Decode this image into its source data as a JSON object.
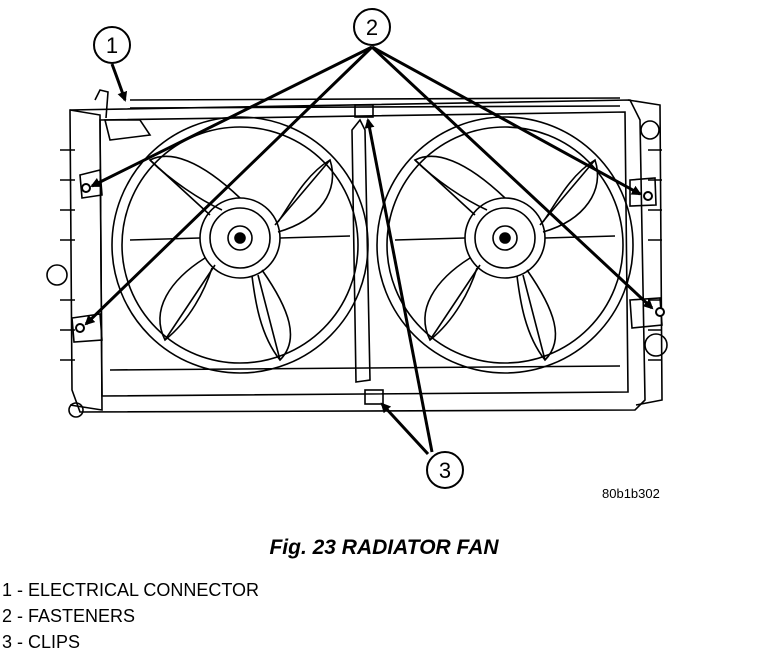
{
  "figure": {
    "callouts": [
      {
        "number": "1"
      },
      {
        "number": "2"
      },
      {
        "number": "3"
      }
    ],
    "reference_code": "80b1b302"
  },
  "caption": "Fig. 23 RADIATOR FAN",
  "legend": [
    "1 - ELECTRICAL CONNECTOR",
    "2 - FASTENERS",
    "3 - CLIPS"
  ]
}
